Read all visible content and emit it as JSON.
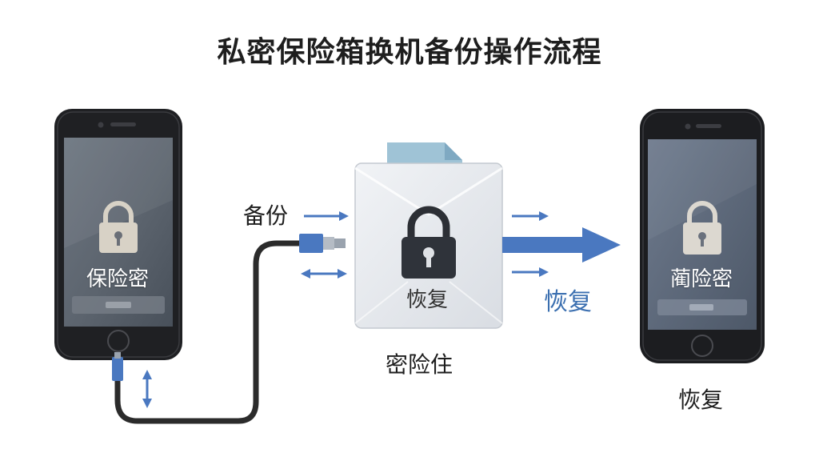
{
  "title": "私密保险箱换机备份操作流程",
  "left_phone": {
    "screen_label": "保险密"
  },
  "right_phone": {
    "screen_label": "蔺险密",
    "caption": "恢复"
  },
  "vault": {
    "inner_label": "恢复",
    "caption": "密险住"
  },
  "flow": {
    "backup_label": "备份",
    "restore_label": "恢复"
  },
  "colors": {
    "accent": "#3b6fb0",
    "cable": "#2b2b2b",
    "connector": "#4a78c0"
  },
  "icons": [
    "lock-icon",
    "document-icon",
    "arrow-right-icon",
    "double-arrow-icon",
    "cable-icon"
  ]
}
